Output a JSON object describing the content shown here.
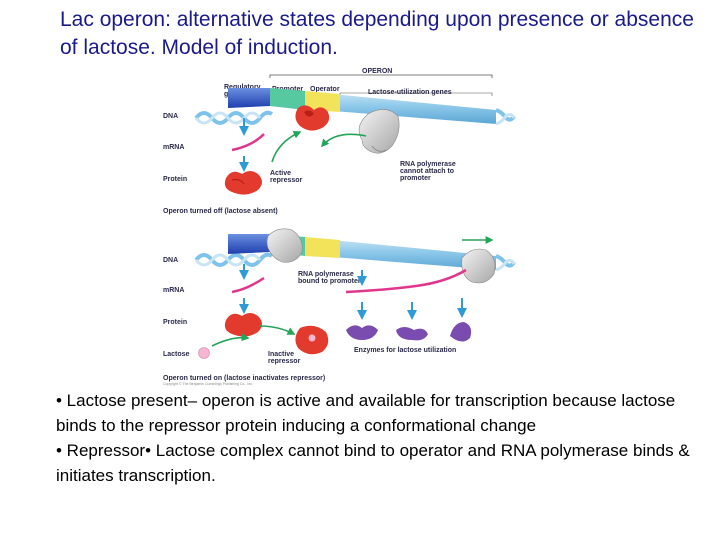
{
  "slide": {
    "title": "Lac operon: alternative states depending upon presence or absence of lactose.  Model of induction.",
    "bullets": [
      "• Lactose present– operon is active and available for transcription because lactose binds to the repressor protein inducing a conformational change",
      "• Repressor• Lactose complex cannot bind to operator and RNA polymerase binds & initiates transcription."
    ]
  },
  "figure": {
    "operon_label": "OPERON",
    "regulatory_gene": [
      "Regulatory",
      "gene"
    ],
    "promoter": "Promoter",
    "operator": "Operator",
    "lactose_genes": "Lactose-utilization genes",
    "row_labels": {
      "dna": "DNA",
      "mrna": "mRNA",
      "protein": "Protein",
      "lactose": "Lactose"
    },
    "active_repressor": [
      "Active",
      "repressor"
    ],
    "rnap_cannot_attach": [
      "RNA polymerase",
      "cannot attach to",
      "promoter"
    ],
    "state_off": "Operon turned off (lactose absent)",
    "rnap_bound": [
      "RNA polymerase",
      "bound to promoter"
    ],
    "inactive_repressor": [
      "Inactive",
      "repressor"
    ],
    "enzymes": "Enzymes for lactose utilization",
    "state_on": "Operon turned on (lactose inactivates repressor)",
    "copyright": "Copyright © The Benjamin Cummings Publishing Co., Inc."
  }
}
